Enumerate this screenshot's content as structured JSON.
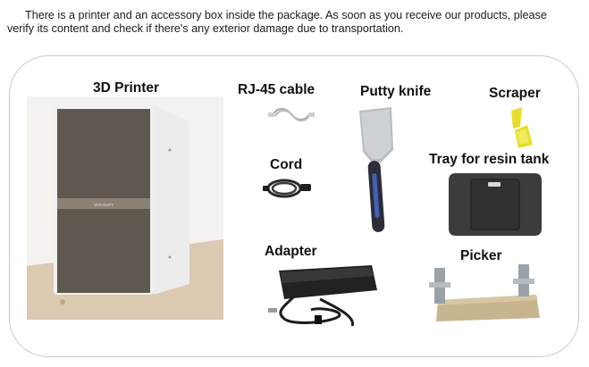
{
  "intro": {
    "line1": "There is a printer and an accessory box inside the package. As soon as you receive our products, please",
    "line2": "verify its content and check if there's any exterior damage due to transportation."
  },
  "items": {
    "printer": {
      "label": "3D Printer",
      "brand": "WIICRAFT"
    },
    "rj45": {
      "label": "RJ-45 cable"
    },
    "putty": {
      "label": "Putty knife"
    },
    "scraper": {
      "label": "Scraper"
    },
    "cord": {
      "label": "Cord"
    },
    "tray": {
      "label": "Tray for resin tank"
    },
    "adapter": {
      "label": "Adapter"
    },
    "picker": {
      "label": "Picker"
    }
  },
  "colors": {
    "printer_dark": "#5f584e",
    "printer_body": "#e9e9e9",
    "scraper_yellow": "#e6de2a",
    "knife_handle": "#2d2d3a",
    "picker_tan": "#c8b48e"
  }
}
